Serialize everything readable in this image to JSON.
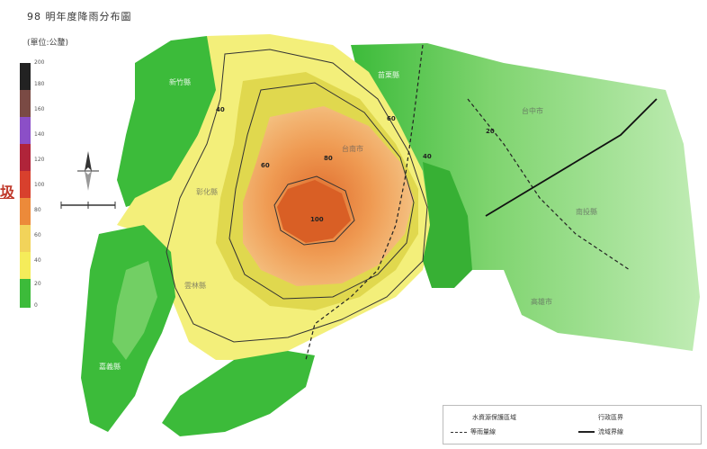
{
  "map": {
    "title": "98 明年度降雨分布圖",
    "unit": "(單位:公釐)",
    "side_text": "圾",
    "legend_ticks": [
      "200",
      "180",
      "160",
      "140",
      "120",
      "100",
      "80",
      "60",
      "40",
      "20",
      "0"
    ],
    "legend_colors": [
      "#111111",
      "#6b3a3a",
      "#8e5a4a",
      "#7b3fb5",
      "#9a59d6",
      "#b0243a",
      "#d83333",
      "#e9813a",
      "#f2b84a",
      "#f5ec5a",
      "#4cc241"
    ],
    "contour_labels": [
      "40",
      "60",
      "80",
      "100",
      "60",
      "40",
      "20"
    ],
    "region_labels": [
      "新竹縣",
      "苗栗縣",
      "台中市",
      "南投縣",
      "彰化縣",
      "雲林縣",
      "嘉義縣",
      "台南市",
      "高雄市"
    ],
    "colors": {
      "green_dark": "#3cbb3a",
      "green_light": "#a8e39a",
      "yellow": "#f3ef7a",
      "yellow_dark": "#d9d24a",
      "orange": "#ee9a4a",
      "orange_dark": "#e07030"
    },
    "map_legend": {
      "item1": "水資源保護區域",
      "item2": "等雨量線",
      "item3": "行政區界",
      "item4": "流域界線"
    }
  }
}
